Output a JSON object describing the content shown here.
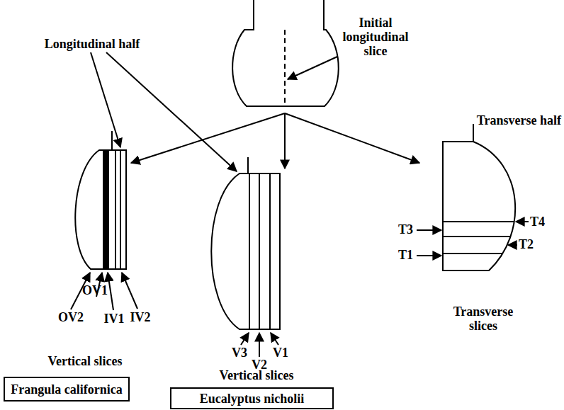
{
  "diagram": {
    "nodes": [
      {
        "text": [
          "Frangula californica"
        ]
      },
      {
        "text": [
          "Eucalyptus nicholii"
        ]
      }
    ],
    "labels": [
      "Longitudinal half",
      "Initial longitudinal slice",
      "Transverse half",
      "T3",
      "T4",
      "T1",
      "T2",
      "OV2",
      "OV1",
      "IV1",
      "IV2",
      "V3",
      "V2",
      "V1",
      "Vertical slices",
      "Vertical slices",
      "Transverse slices"
    ]
  }
}
